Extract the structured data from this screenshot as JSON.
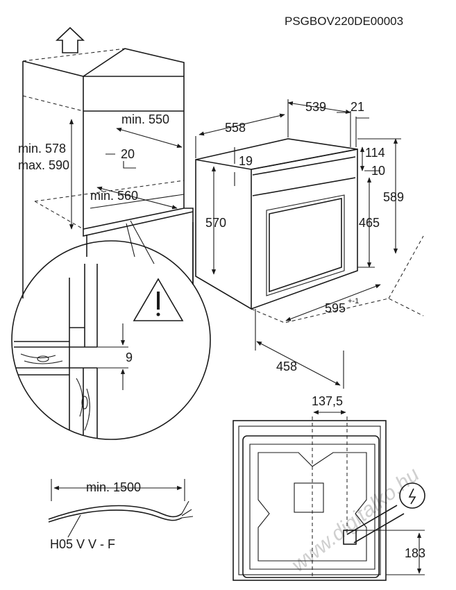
{
  "code": "PSGBOV220DE00003",
  "watermark": "www.digitalko.hu",
  "niche": {
    "min_height": "min. 578",
    "max_height": "max. 590",
    "min_width": "min. 550",
    "gap": "20",
    "min_depth": "min. 560"
  },
  "detail": {
    "gap": "9"
  },
  "oven": {
    "width": "558",
    "depth": "539",
    "front": "21",
    "top_offset": "19",
    "height": "570",
    "h114": "114",
    "h10": "10",
    "h589": "589",
    "h465": "465",
    "width_front": "595",
    "tolerance": "+-1",
    "depth_bottom": "458"
  },
  "back": {
    "offset": "137,5",
    "height": "183"
  },
  "cable": {
    "length": "min. 1500",
    "type": "H05 V V - F"
  }
}
